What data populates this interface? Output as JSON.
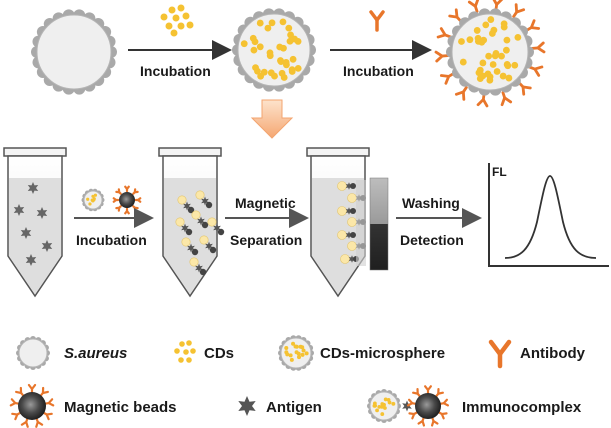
{
  "steps": {
    "incubation_1": "Incubation",
    "incubation_2": "Incubation",
    "incubation_3": "Incubation",
    "magnetic": "Magnetic",
    "separation": "Separation",
    "washing": "Washing",
    "detection": "Detection"
  },
  "graph": {
    "ylabel": "FL"
  },
  "legend": {
    "s_aureus": "S.aureus",
    "cds": "CDs",
    "cds_microsphere": "CDs-microsphere",
    "antibody": "Antibody",
    "magnetic_beads": "Magnetic beads",
    "antigen": "Antigen",
    "immunocomplex": "Immunocomplex"
  },
  "colors": {
    "cd_yellow": "#f5c232",
    "antibody_orange": "#e8762b",
    "bead_dark": "#2c2c2c",
    "sphere_gray": "#a9a9a9",
    "arrow_peach": "#f9c7a0"
  }
}
